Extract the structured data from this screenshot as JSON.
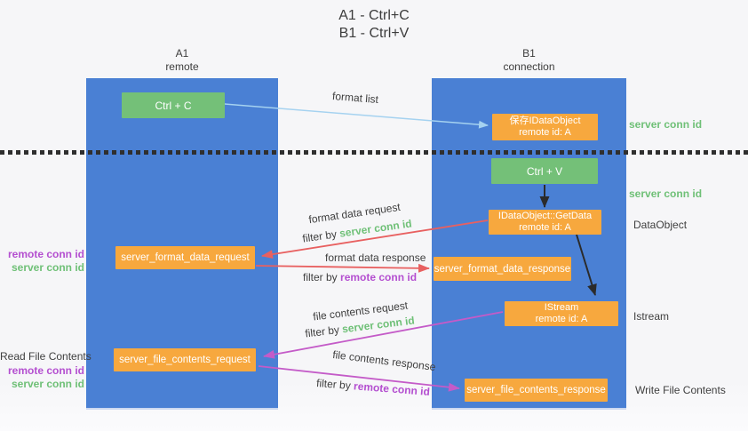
{
  "title": {
    "line1": "A1 - Ctrl+C",
    "line2": "B1 - Ctrl+V"
  },
  "lifelines": {
    "a1": {
      "name": "A1",
      "role": "remote"
    },
    "b1": {
      "name": "B1",
      "role": "connection"
    }
  },
  "nodes": {
    "ctrl_c": {
      "label": "Ctrl + C"
    },
    "ctrl_v": {
      "label": "Ctrl + V"
    },
    "save_dataobject": {
      "line1": "保存IDataObject",
      "line2": "remote id: A"
    },
    "getdata": {
      "line1": "IDataObject::GetData",
      "line2": "remote id: A"
    },
    "istream": {
      "line1": "IStream",
      "line2": "remote id: A"
    },
    "format_data_request": {
      "label": "server_format_data_request"
    },
    "format_data_response": {
      "label": "server_format_data_response"
    },
    "file_contents_request": {
      "label": "server_file_contents_request"
    },
    "file_contents_response": {
      "label": "server_file_contents_response"
    }
  },
  "edges": {
    "format_list": {
      "label": "format list"
    },
    "format_data_request": {
      "label": "format data request"
    },
    "format_data_response": {
      "label": "format data response"
    },
    "file_contents_request": {
      "label": "file contents request"
    },
    "file_contents_response": {
      "label": "file contents response"
    },
    "filter_by": "filter by",
    "server_conn_id": "server conn id",
    "remote_conn_id": "remote conn id"
  },
  "side_labels": {
    "server_conn_id_top": "server conn id",
    "server_conn_id_mid": "server conn id",
    "dataobject": "DataObject",
    "istream": "Istream",
    "read_file_contents": "Read File Contents",
    "write_file_contents": "Write File Contents",
    "remote_conn_id": "remote conn id",
    "server_conn_id": "server conn id"
  },
  "colors": {
    "lifeline_blue": "#4a80d4",
    "node_green": "#74c078",
    "node_orange": "#f7a83e",
    "arrow_lightblue": "#a5d2f0",
    "arrow_red": "#e86060",
    "arrow_magenta": "#c45bc8",
    "arrow_black": "#2b2b2b",
    "text_green": "#6fc077",
    "text_purple": "#b44fd0",
    "text_dark": "#3f3f3f"
  }
}
